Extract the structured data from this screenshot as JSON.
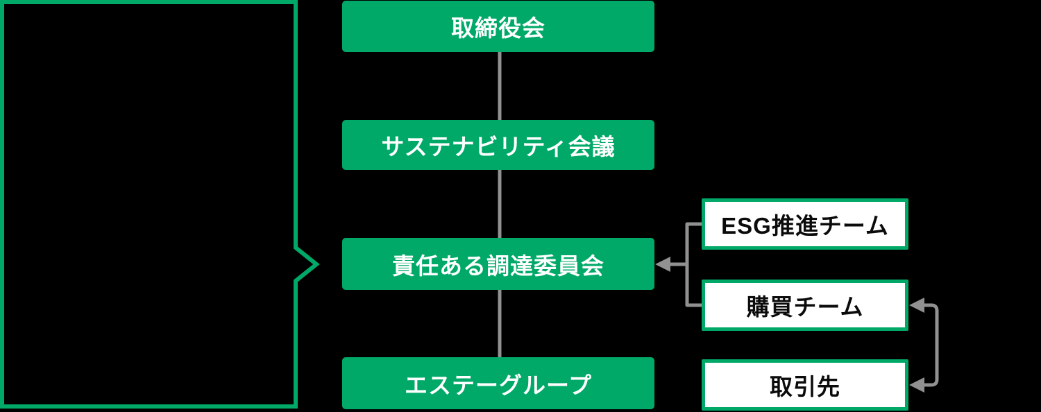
{
  "colors": {
    "accent_green": "#00a968",
    "connector_gray": "#919191",
    "background": "#000000",
    "green_node_text": "#ffffff",
    "white_node_text": "#0b0b0b"
  },
  "governance_chart": {
    "nodes": [
      {
        "id": "board_of_directors",
        "label": "取締役会"
      },
      {
        "id": "sustainability_meeting",
        "label": "サステナビリティ会議"
      },
      {
        "id": "responsible_procurement_committee",
        "label": "責任ある調達委員会"
      },
      {
        "id": "st_group",
        "label": "エステーグループ"
      }
    ],
    "side_nodes": [
      {
        "id": "esg_promotion_team",
        "label": "ESG推進チーム"
      },
      {
        "id": "purchasing_team",
        "label": "購買チーム"
      },
      {
        "id": "suppliers",
        "label": "取引先"
      }
    ],
    "callout": {
      "label": ""
    }
  }
}
